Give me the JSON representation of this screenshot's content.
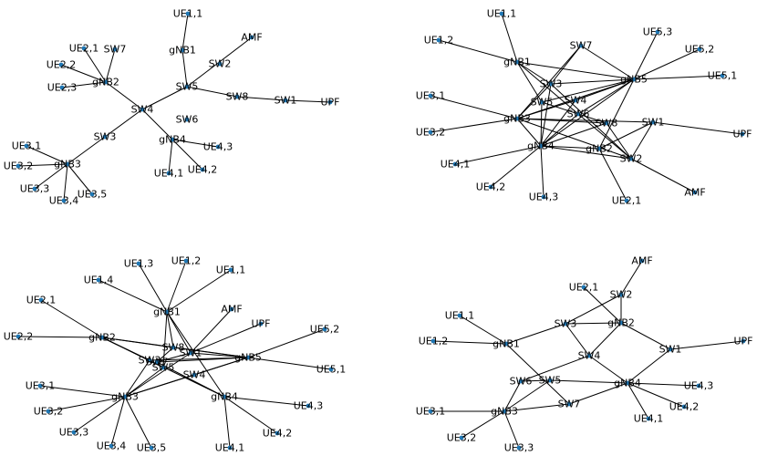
{
  "colors": {
    "edge": "#000000",
    "node": "#1f77b4",
    "label": "#000000",
    "background": "#ffffff"
  },
  "graphs": [
    {
      "nodes": {
        "UE1_1": "UE1,1",
        "gNB1": "gNB1",
        "AMF": "AMF",
        "UE2_1": "UE2,1",
        "SW7": "SW7",
        "UE2_2": "UE2,2",
        "gNB2": "gNB2",
        "SW2": "SW2",
        "UE2_3": "UE2,3",
        "SW5": "SW5",
        "SW8": "SW8",
        "SW1": "SW1",
        "UPF": "UPF",
        "SW4": "SW4",
        "SW6": "SW6",
        "SW3": "SW3",
        "gNB4": "gNB4",
        "UE3_1": "UE3,1",
        "UE4_3": "UE4,3",
        "UE3_2": "UE3,2",
        "gNB3": "gNB3",
        "UE4_2": "UE4,2",
        "UE4_1": "UE4,1",
        "UE3_3": "UE3,3",
        "UE3_5": "UE3,5",
        "UE3_4": "UE3,4"
      },
      "edges": [
        [
          "UE1_1",
          "gNB1"
        ],
        [
          "gNB1",
          "SW5"
        ],
        [
          "AMF",
          "SW5"
        ],
        [
          "SW5",
          "SW8"
        ],
        [
          "SW8",
          "SW1"
        ],
        [
          "SW1",
          "UPF"
        ],
        [
          "SW5",
          "SW4"
        ],
        [
          "UE2_1",
          "gNB2"
        ],
        [
          "SW7",
          "gNB2"
        ],
        [
          "UE2_2",
          "gNB2"
        ],
        [
          "UE2_3",
          "gNB2"
        ],
        [
          "gNB2",
          "SW4"
        ],
        [
          "SW4",
          "gNB4"
        ],
        [
          "gNB4",
          "UE4_3"
        ],
        [
          "gNB4",
          "UE4_2"
        ],
        [
          "gNB4",
          "UE4_1"
        ],
        [
          "SW4",
          "SW3"
        ],
        [
          "SW3",
          "gNB3"
        ],
        [
          "gNB3",
          "UE3_1"
        ],
        [
          "gNB3",
          "UE3_2"
        ],
        [
          "gNB3",
          "UE3_3"
        ],
        [
          "gNB3",
          "UE3_4"
        ],
        [
          "gNB3",
          "UE3_5"
        ]
      ]
    },
    {
      "nodes": {
        "UE1_1": "UE1,1",
        "UE1_2": "UE1,2",
        "gNB1": "gNB1",
        "SW7": "SW7",
        "UE5_3": "UE5,3",
        "UE5_2": "UE5,2",
        "gNB5": "gNB5",
        "UE5_1": "UE5,1",
        "SW3": "SW3",
        "UE3_1": "UE3,1",
        "SW5": "SW5",
        "SW4": "SW4",
        "SW6": "SW6",
        "gNB3": "gNB3",
        "SW8": "SW8",
        "SW1": "SW1",
        "UE3_2": "UE3,2",
        "UPF": "UPF",
        "gNB4": "gNB4",
        "gNB2": "gNB2",
        "SW2": "SW2",
        "UE4_1": "UE4,1",
        "UE4_2": "UE4,2",
        "AMF": "AMF",
        "UE4_3": "UE4,3",
        "UE2_1": "UE2,1"
      },
      "edges": [
        [
          "UE1_1",
          "gNB1"
        ],
        [
          "UE1_2",
          "gNB1"
        ],
        [
          "gNB1",
          "SW3"
        ],
        [
          "gNB1",
          "SW5"
        ],
        [
          "gNB1",
          "gNB5"
        ],
        [
          "gNB1",
          "SW6"
        ],
        [
          "SW7",
          "SW3"
        ],
        [
          "SW7",
          "gNB3"
        ],
        [
          "SW7",
          "gNB5"
        ],
        [
          "UE5_3",
          "gNB5"
        ],
        [
          "UE5_2",
          "gNB5"
        ],
        [
          "UE5_1",
          "gNB5"
        ],
        [
          "gNB5",
          "SW3"
        ],
        [
          "gNB5",
          "SW4"
        ],
        [
          "gNB5",
          "SW5"
        ],
        [
          "gNB5",
          "SW6"
        ],
        [
          "gNB5",
          "gNB3"
        ],
        [
          "gNB5",
          "gNB4"
        ],
        [
          "gNB5",
          "gNB2"
        ],
        [
          "UE3_1",
          "gNB3"
        ],
        [
          "UE3_2",
          "gNB3"
        ],
        [
          "gNB3",
          "SW3"
        ],
        [
          "gNB3",
          "SW4"
        ],
        [
          "gNB3",
          "SW8"
        ],
        [
          "gNB3",
          "SW1"
        ],
        [
          "gNB3",
          "SW2"
        ],
        [
          "gNB3",
          "gNB4"
        ],
        [
          "SW3",
          "gNB4"
        ],
        [
          "SW3",
          "SW2"
        ],
        [
          "SW4",
          "gNB4"
        ],
        [
          "SW5",
          "gNB4"
        ],
        [
          "SW5",
          "SW8"
        ],
        [
          "SW6",
          "SW2"
        ],
        [
          "SW6",
          "gNB4"
        ],
        [
          "SW8",
          "gNB4"
        ],
        [
          "SW1",
          "UPF"
        ],
        [
          "SW1",
          "SW2"
        ],
        [
          "SW1",
          "gNB2"
        ],
        [
          "gNB4",
          "SW2"
        ],
        [
          "gNB4",
          "UE4_1"
        ],
        [
          "gNB4",
          "UE4_2"
        ],
        [
          "gNB4",
          "UE4_3"
        ],
        [
          "gNB2",
          "UE2_1"
        ],
        [
          "SW2",
          "AMF"
        ],
        [
          "SW8",
          "SW2"
        ],
        [
          "gNB4",
          "gNB2"
        ]
      ]
    },
    {
      "nodes": {
        "UE1_3": "UE1,3",
        "UE1_2": "UE1,2",
        "UE1_1": "UE1,1",
        "UE1_4": "UE1,4",
        "UE2_1": "UE2,1",
        "gNB1": "gNB1",
        "AMF": "AMF",
        "UPF": "UPF",
        "UE5_2": "UE5,2",
        "UE2_2": "UE2,2",
        "gNB2": "gNB2",
        "SW8": "SW8",
        "SW1": "SW1",
        "gNB5": "gNB5",
        "SW3": "SW3",
        "SW7": "SW7",
        "SW5": "SW5",
        "UE5_1": "UE5,1",
        "SW4": "SW4",
        "UE3_1": "UE3,1",
        "gNB3": "gNB3",
        "gNB4": "gNB4",
        "UE4_3": "UE4,3",
        "UE3_2": "UE3,2",
        "UE3_3": "UE3,3",
        "UE4_2": "UE4,2",
        "UE3_4": "UE3,4",
        "UE3_5": "UE3,5",
        "UE4_1": "UE4,1"
      },
      "edges": [
        [
          "UE1_3",
          "gNB1"
        ],
        [
          "UE1_2",
          "gNB1"
        ],
        [
          "UE1_1",
          "gNB1"
        ],
        [
          "UE1_4",
          "gNB1"
        ],
        [
          "gNB1",
          "SW8"
        ],
        [
          "gNB1",
          "SW1"
        ],
        [
          "gNB1",
          "SW5"
        ],
        [
          "gNB1",
          "gNB4"
        ],
        [
          "UE2_1",
          "gNB2"
        ],
        [
          "UE2_2",
          "gNB2"
        ],
        [
          "gNB2",
          "SW8"
        ],
        [
          "gNB2",
          "SW3"
        ],
        [
          "gNB2",
          "SW5"
        ],
        [
          "gNB2",
          "gNB4"
        ],
        [
          "gNB2",
          "gNB5"
        ],
        [
          "AMF",
          "SW1"
        ],
        [
          "UPF",
          "SW1"
        ],
        [
          "UE5_2",
          "gNB5"
        ],
        [
          "UE5_1",
          "gNB5"
        ],
        [
          "gNB5",
          "SW8"
        ],
        [
          "gNB5",
          "SW1"
        ],
        [
          "gNB5",
          "SW3"
        ],
        [
          "gNB5",
          "SW4"
        ],
        [
          "gNB5",
          "SW7"
        ],
        [
          "gNB5",
          "gNB3"
        ],
        [
          "SW1",
          "gNB3"
        ],
        [
          "SW3",
          "gNB3"
        ],
        [
          "SW5",
          "gNB3"
        ],
        [
          "SW4",
          "gNB3"
        ],
        [
          "SW7",
          "gNB4"
        ],
        [
          "gNB3",
          "UE3_1"
        ],
        [
          "gNB3",
          "UE3_2"
        ],
        [
          "gNB3",
          "UE3_3"
        ],
        [
          "gNB3",
          "UE3_4"
        ],
        [
          "gNB3",
          "UE3_5"
        ],
        [
          "gNB4",
          "UE4_3"
        ],
        [
          "gNB4",
          "UE4_2"
        ],
        [
          "gNB4",
          "UE4_1"
        ],
        [
          "SW8",
          "SW7"
        ],
        [
          "SW1",
          "SW7"
        ]
      ]
    },
    {
      "nodes": {
        "AMF": "AMF",
        "UE2_1": "UE2,1",
        "SW2": "SW2",
        "UE1_1": "UE1,1",
        "SW3": "SW3",
        "gNB2": "gNB2",
        "UE1_2": "UE1,2",
        "gNB1": "gNB1",
        "UPF": "UPF",
        "SW1": "SW1",
        "SW4": "SW4",
        "SW6": "SW6",
        "SW5": "SW5",
        "gNB4": "gNB4",
        "UE4_3": "UE4,3",
        "SW7": "SW7",
        "UE4_2": "UE4,2",
        "UE3_1": "UE3,1",
        "gNB3": "gNB3",
        "UE4_1": "UE4,1",
        "UE3_2": "UE3,2",
        "UE3_3": "UE3,3"
      },
      "edges": [
        [
          "AMF",
          "SW2"
        ],
        [
          "UE2_1",
          "gNB2"
        ],
        [
          "SW2",
          "gNB2"
        ],
        [
          "SW2",
          "SW3"
        ],
        [
          "UE1_1",
          "gNB1"
        ],
        [
          "UE1_2",
          "gNB1"
        ],
        [
          "gNB1",
          "SW3"
        ],
        [
          "gNB1",
          "SW7"
        ],
        [
          "SW3",
          "gNB2"
        ],
        [
          "SW3",
          "SW4"
        ],
        [
          "gNB2",
          "SW1"
        ],
        [
          "gNB2",
          "SW4"
        ],
        [
          "SW1",
          "UPF"
        ],
        [
          "SW1",
          "gNB4"
        ],
        [
          "SW4",
          "SW6"
        ],
        [
          "SW4",
          "gNB4"
        ],
        [
          "SW6",
          "gNB3"
        ],
        [
          "SW6",
          "SW5"
        ],
        [
          "SW5",
          "gNB4"
        ],
        [
          "SW5",
          "gNB3"
        ],
        [
          "gNB4",
          "UE4_3"
        ],
        [
          "gNB4",
          "UE4_2"
        ],
        [
          "gNB4",
          "UE4_1"
        ],
        [
          "gNB4",
          "SW7"
        ],
        [
          "SW7",
          "gNB3"
        ],
        [
          "gNB3",
          "UE3_1"
        ],
        [
          "gNB3",
          "UE3_2"
        ],
        [
          "gNB3",
          "UE3_3"
        ]
      ]
    }
  ]
}
